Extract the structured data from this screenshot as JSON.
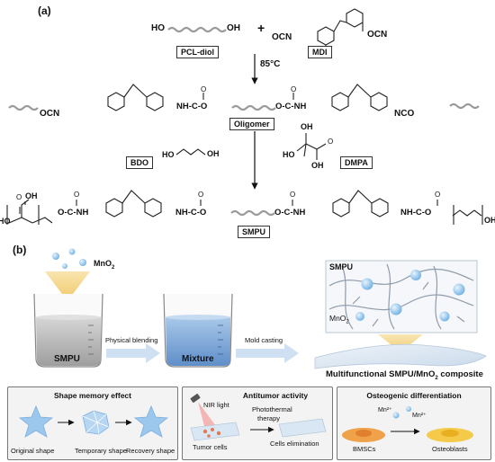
{
  "labels": {
    "panel_a": "(a)",
    "panel_b": "(b)"
  },
  "reaction": {
    "ho_left": "HO",
    "oh_right": "OH",
    "plus": "+",
    "ocn": "OCN",
    "ocn_right": "OCN",
    "pcl_diol": "PCL-diol",
    "mdi": "MDI",
    "temperature": "85°C",
    "oligomer": {
      "ocn": "OCN",
      "nh_c_o_left": "NH-C-O",
      "o_c_nh_right": "O-C-NH",
      "nco": "NCO",
      "carbonyl_o": "O",
      "label": "Oligomer"
    },
    "bdo": "BDO",
    "bdo_formula_ho": "HO",
    "bdo_formula_oh": "OH",
    "dmpa": "DMPA",
    "dmpa_formula_ho": "HO",
    "dmpa_formula_oh": "OH",
    "dmpa_formula_o": "O",
    "dmpa_formula_oh2": "OH",
    "smpu": {
      "acid_oh": "OH",
      "acid_o": "O",
      "ho": "HO",
      "o_c_nh": "O-C-NH",
      "nh_c_o": "NH-C-O",
      "o_c_nh2": "O-C-NH",
      "nh_c_o_end": "NH-C-O",
      "oh_end": "OH",
      "label": "SMPU"
    }
  },
  "process": {
    "mno2": "MnO",
    "mno2_sub": "2",
    "smpu_beaker": "SMPU",
    "mixture_beaker": "Mixture",
    "physical_blending": "Physical blending",
    "mold_casting": "Mold casting",
    "network_smpu": "SMPU",
    "network_mno2": "MnO",
    "network_mno2_sub": "2",
    "composite": "Multifunctional SMPU/MnO",
    "composite_sub": "2",
    "composite_tail": " composite"
  },
  "panels": {
    "shape_memory": {
      "title": "Shape memory effect",
      "original": "Original shape",
      "temporary": "Temporary shape",
      "recovery": "Recovery shape"
    },
    "antitumor": {
      "title": "Antitumor activity",
      "nir": "NIR light",
      "tumor": "Tumor cells",
      "photothermal": "Photothermal",
      "therapy": "therapy",
      "elimination": "Cells elimination"
    },
    "osteogenic": {
      "title": "Osteogenic differentiation",
      "mn1": "Mn²⁺",
      "mn2": "Mn²⁺",
      "bmscs": "BMSCs",
      "osteoblasts": "Osteoblasts"
    }
  },
  "colors": {
    "wavy_chain": "#9a9a9a",
    "beaker_grey": "#b8b8b8",
    "beaker_blue": "#7fa7d6",
    "flow_arrow": "#cfe0f2",
    "sphere": "#8fc3ea",
    "star_blue": "#9cc8ee",
    "cone_yellow": "#f3d27a",
    "cell_orange": "#f2b13f",
    "cell_yellow": "#f5c94a"
  }
}
